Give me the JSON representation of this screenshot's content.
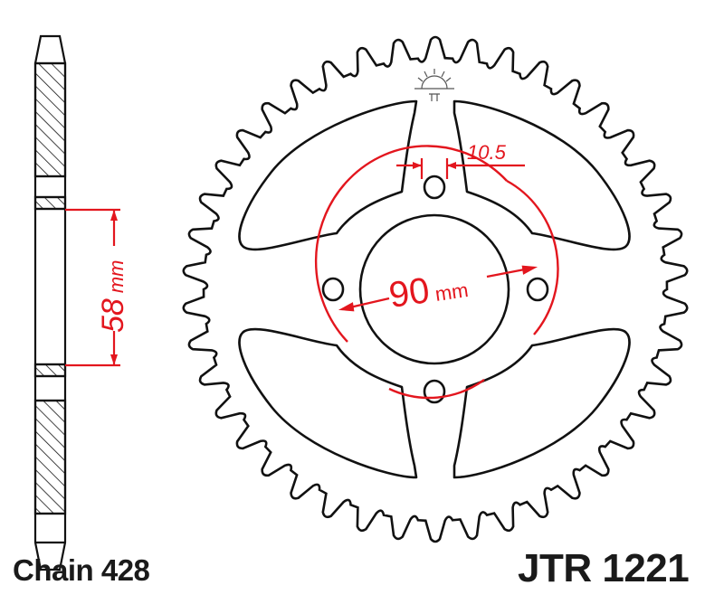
{
  "drawing": {
    "chain_label": "Chain 428",
    "part_number": "JTR 1221",
    "dimensions": {
      "bolt_circle": {
        "value": "90",
        "unit": "mm"
      },
      "bolt_hole": {
        "value": "10.5"
      },
      "hub_offset": {
        "value": "58",
        "unit": "mm"
      }
    },
    "colors": {
      "outline": "#111111",
      "dimension": "#e3161e",
      "hatch": "#111111"
    },
    "sprocket": {
      "teeth": 42,
      "bolt_holes": 4,
      "cutouts": 4
    },
    "logo_icon": "sun-logo-icon"
  }
}
